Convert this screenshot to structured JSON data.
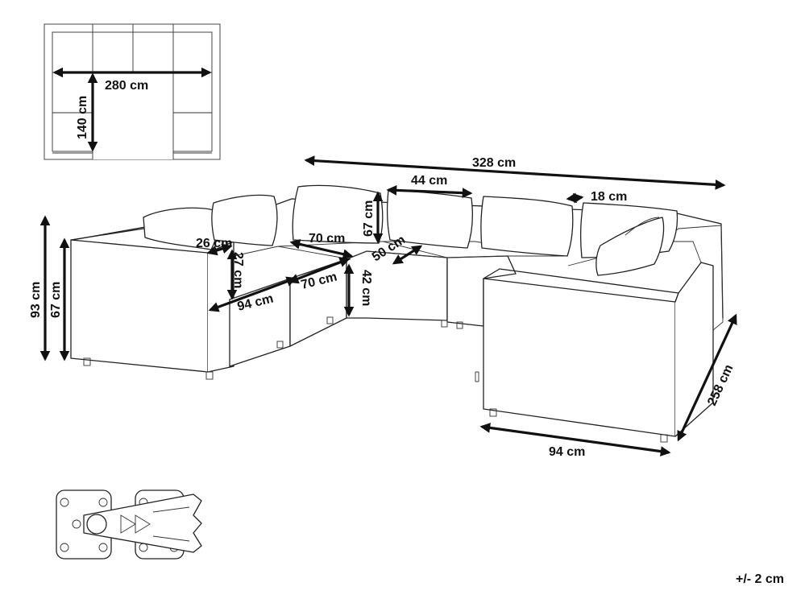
{
  "plan": {
    "width_label": "280 cm",
    "depth_label": "140 cm"
  },
  "dimensions": {
    "overall_width": "328 cm",
    "overall_depth": "258 cm",
    "total_height": "93 cm",
    "back_height": "67 cm",
    "armrest_width": "26 cm",
    "armrest_height": "27 cm",
    "module_depth": "94 cm",
    "seat_width": "70 cm",
    "seat_depth": "70 cm",
    "seat_height": "42 cm",
    "cushion_depth": "50 cm",
    "cushion_width": "44 cm",
    "cushion_height": "67 cm",
    "cushion_thickness": "18 cm",
    "side_depth": "94 cm"
  },
  "tolerance": "+/- 2 cm"
}
